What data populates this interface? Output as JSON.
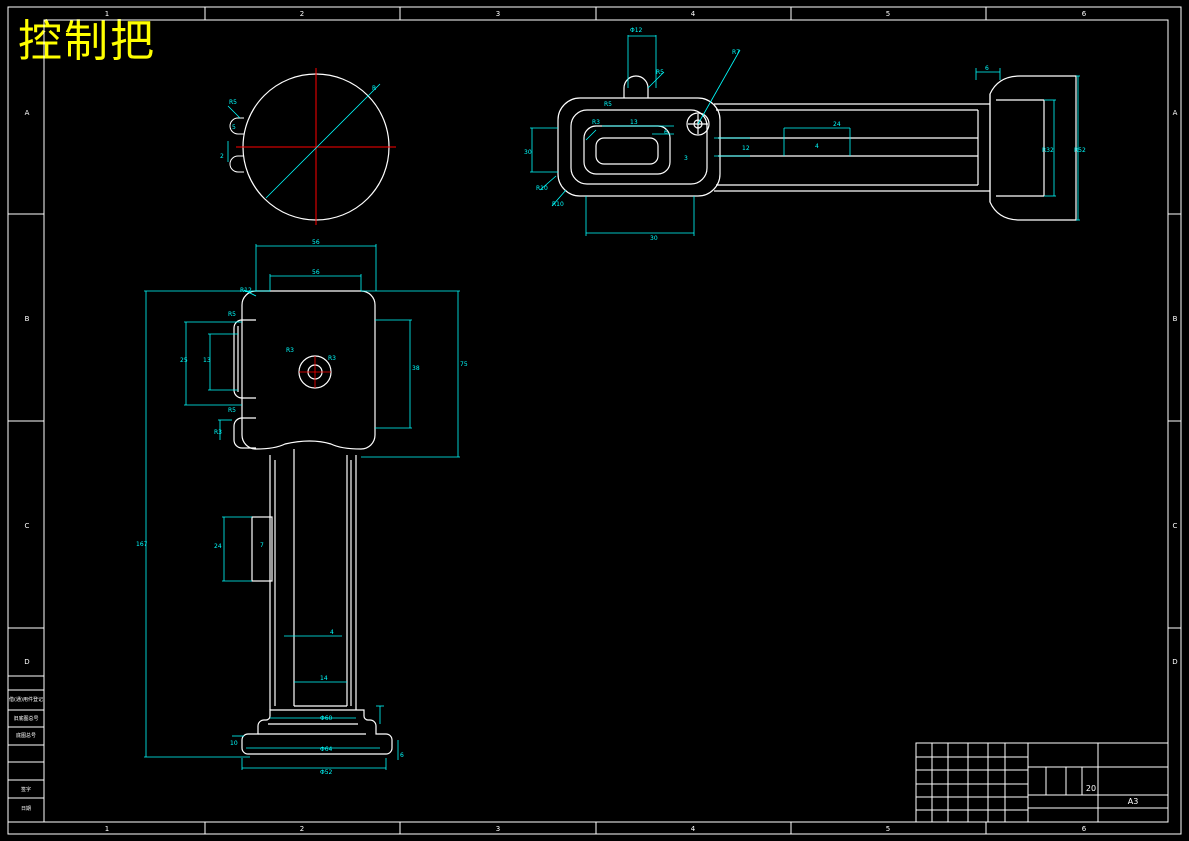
{
  "title": "控制把",
  "frame": {
    "zones_top": [
      "1",
      "2",
      "3",
      "4",
      "5",
      "6"
    ],
    "zones_side": [
      "A",
      "B",
      "C",
      "D"
    ]
  },
  "left_strip": [
    "借(通)用件登记",
    "旧底图总号",
    "底图总号",
    "签字",
    "日期"
  ],
  "title_block": {
    "paper_size": "A3",
    "scale": "20"
  },
  "colors": {
    "outline": "#ffffff",
    "dimension": "#00ffff",
    "centerline": "#ff0000",
    "title": "#ffff00",
    "frame": "#ffffff"
  },
  "dims": {
    "top_circle": [
      "R5",
      "R",
      "5",
      "2"
    ],
    "plan": [
      "Φ12",
      "R5",
      "R7",
      "R5",
      "R3",
      "13",
      "6",
      "3",
      "12",
      "30",
      "R10",
      "R10",
      "30",
      "24",
      "4",
      "6",
      "R32",
      "R52"
    ],
    "front": [
      "56",
      "56",
      "R12",
      "R5",
      "25",
      "13",
      "R5",
      "R3",
      "R3",
      "R3",
      "38",
      "75",
      "167",
      "24",
      "7",
      "4",
      "14",
      "Φ60",
      "Φ64",
      "Φ52",
      "10",
      "6"
    ]
  }
}
